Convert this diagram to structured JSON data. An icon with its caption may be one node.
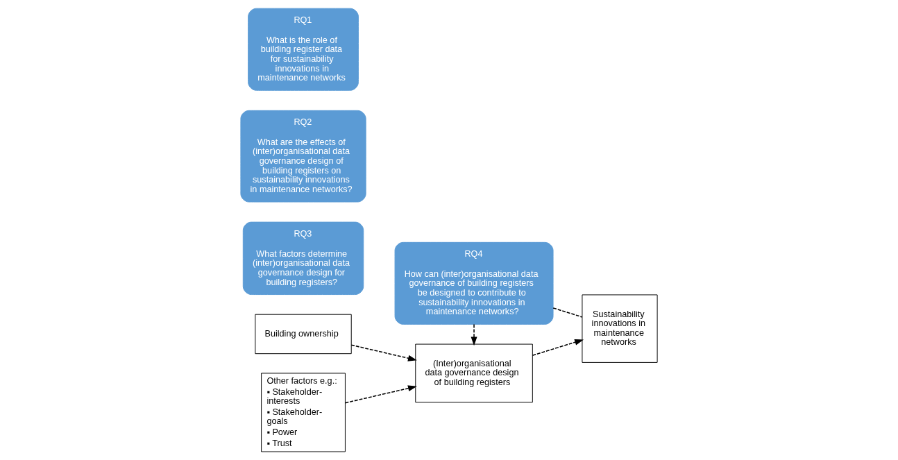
{
  "diagram": {
    "nodes": [
      {
        "text": [
          "RQ4",
          "How can (inter)organisational data governance of building registers be designed to contribute to sustainability innovations in maintenance networks?"
        ]
      },
      {
        "text": [
          "Building ownership"
        ]
      },
      {
        "text": [
          "RQ3",
          "What factors determine (inter)organisational data governance design for building registers?"
        ]
      },
      {
        "text": [
          "Other factors e.g.:",
          "▪ Stakeholder-interests",
          "▪ Stakeholder-goals",
          "▪ Power",
          "▪ Trust"
        ]
      },
      {
        "text": [
          "(Inter)organisational data governance design of building registers"
        ]
      },
      {
        "text": [
          "RQ2",
          "What are the effects of (inter)organisational data governance design of building registers on sustainability innovations in maintenance networks?"
        ]
      },
      {
        "text": [
          "RQ1",
          "What is the role of building register data for sustainability innovations in maintenance networks"
        ]
      },
      {
        "text": [
          "Sustainability innovations in maintenance networks"
        ]
      }
    ],
    "edges": [
      {
        "from": 1,
        "to": 4,
        "arrow": "to",
        "style": "dashed"
      },
      {
        "from": 3,
        "to": 4,
        "arrow": "to",
        "style": "dashed"
      },
      {
        "from": 0,
        "to": 4,
        "arrow": "to",
        "style": "dashed"
      },
      {
        "from": 4,
        "to": 7,
        "arrow": "to",
        "style": "dashed"
      },
      {
        "from": 0,
        "to": 7,
        "arrow": "none",
        "style": "dashed"
      }
    ]
  }
}
